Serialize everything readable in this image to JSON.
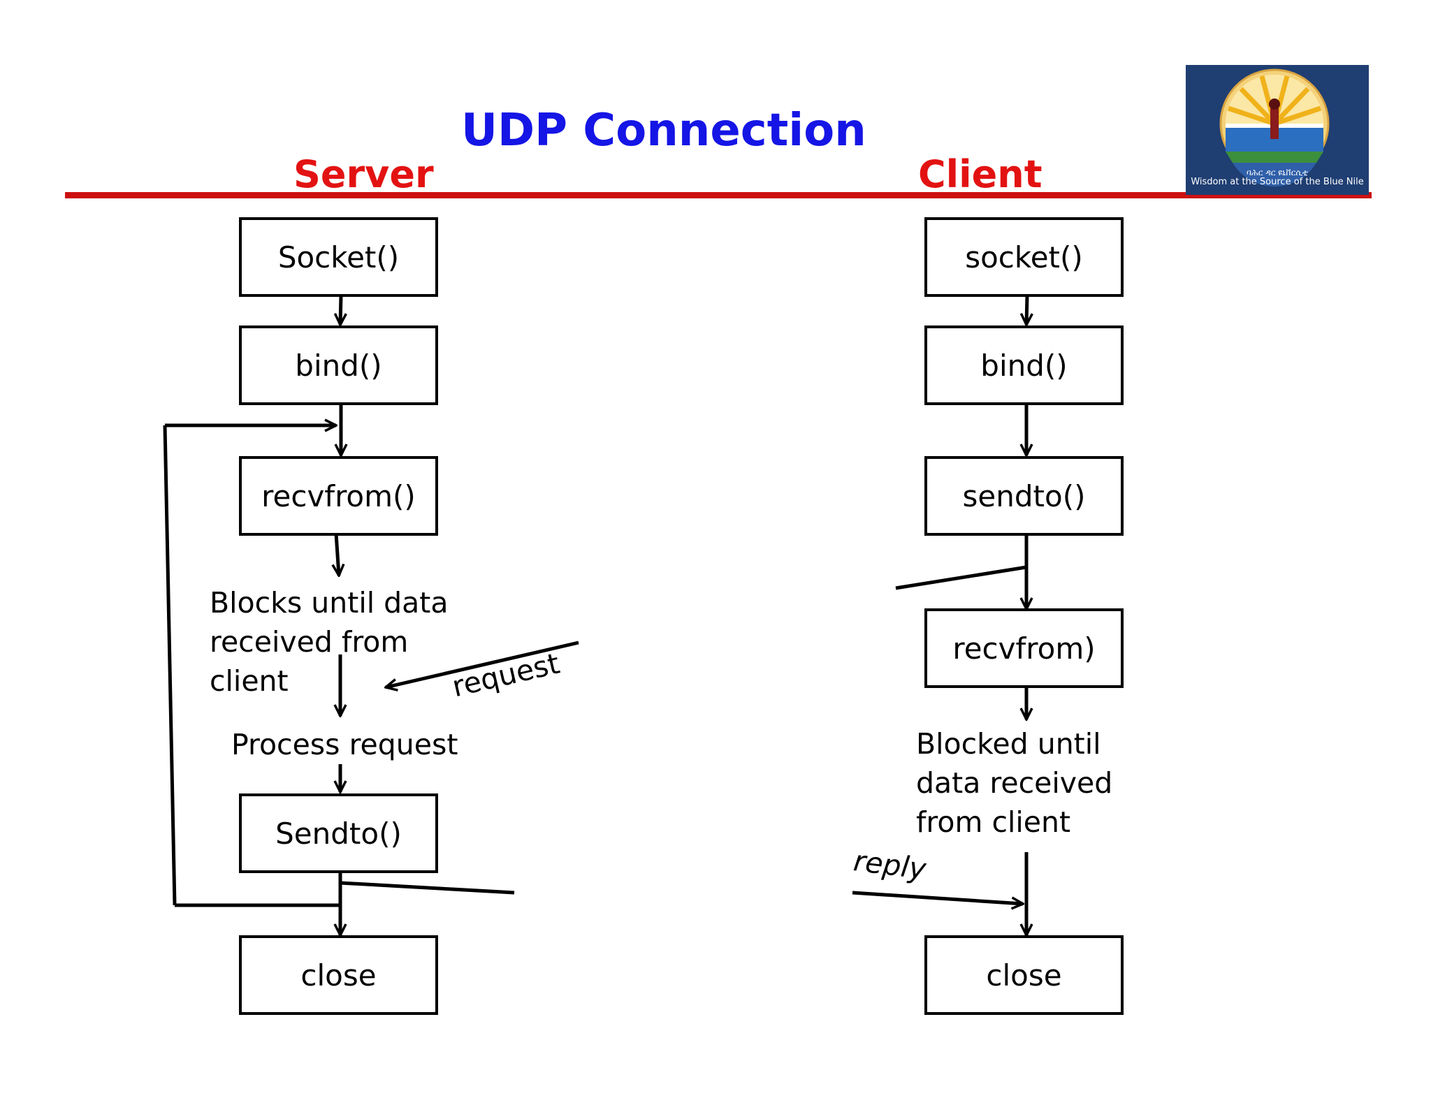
{
  "title": "UDP Connection",
  "server": {
    "heading": "Server",
    "steps": [
      "Socket()",
      "bind()",
      "recvfrom()",
      "Sendto()",
      "close"
    ],
    "block_note": "Blocks until data\nreceived from\nclient",
    "process_note": "Process request"
  },
  "client": {
    "heading": "Client",
    "steps": [
      "socket()",
      "bind()",
      "sendto()",
      "recvfrom)",
      "close"
    ],
    "block_note": "Blocked until\ndata received\nfrom client"
  },
  "messages": {
    "request": "request",
    "reply": "reply"
  },
  "logo": {
    "caption": "Wisdom at the Source of the Blue Nile"
  },
  "colors": {
    "title": "#1515e6",
    "heading": "#e31212",
    "rule": "#cc1010",
    "logo_bg": "#1f3e72"
  }
}
